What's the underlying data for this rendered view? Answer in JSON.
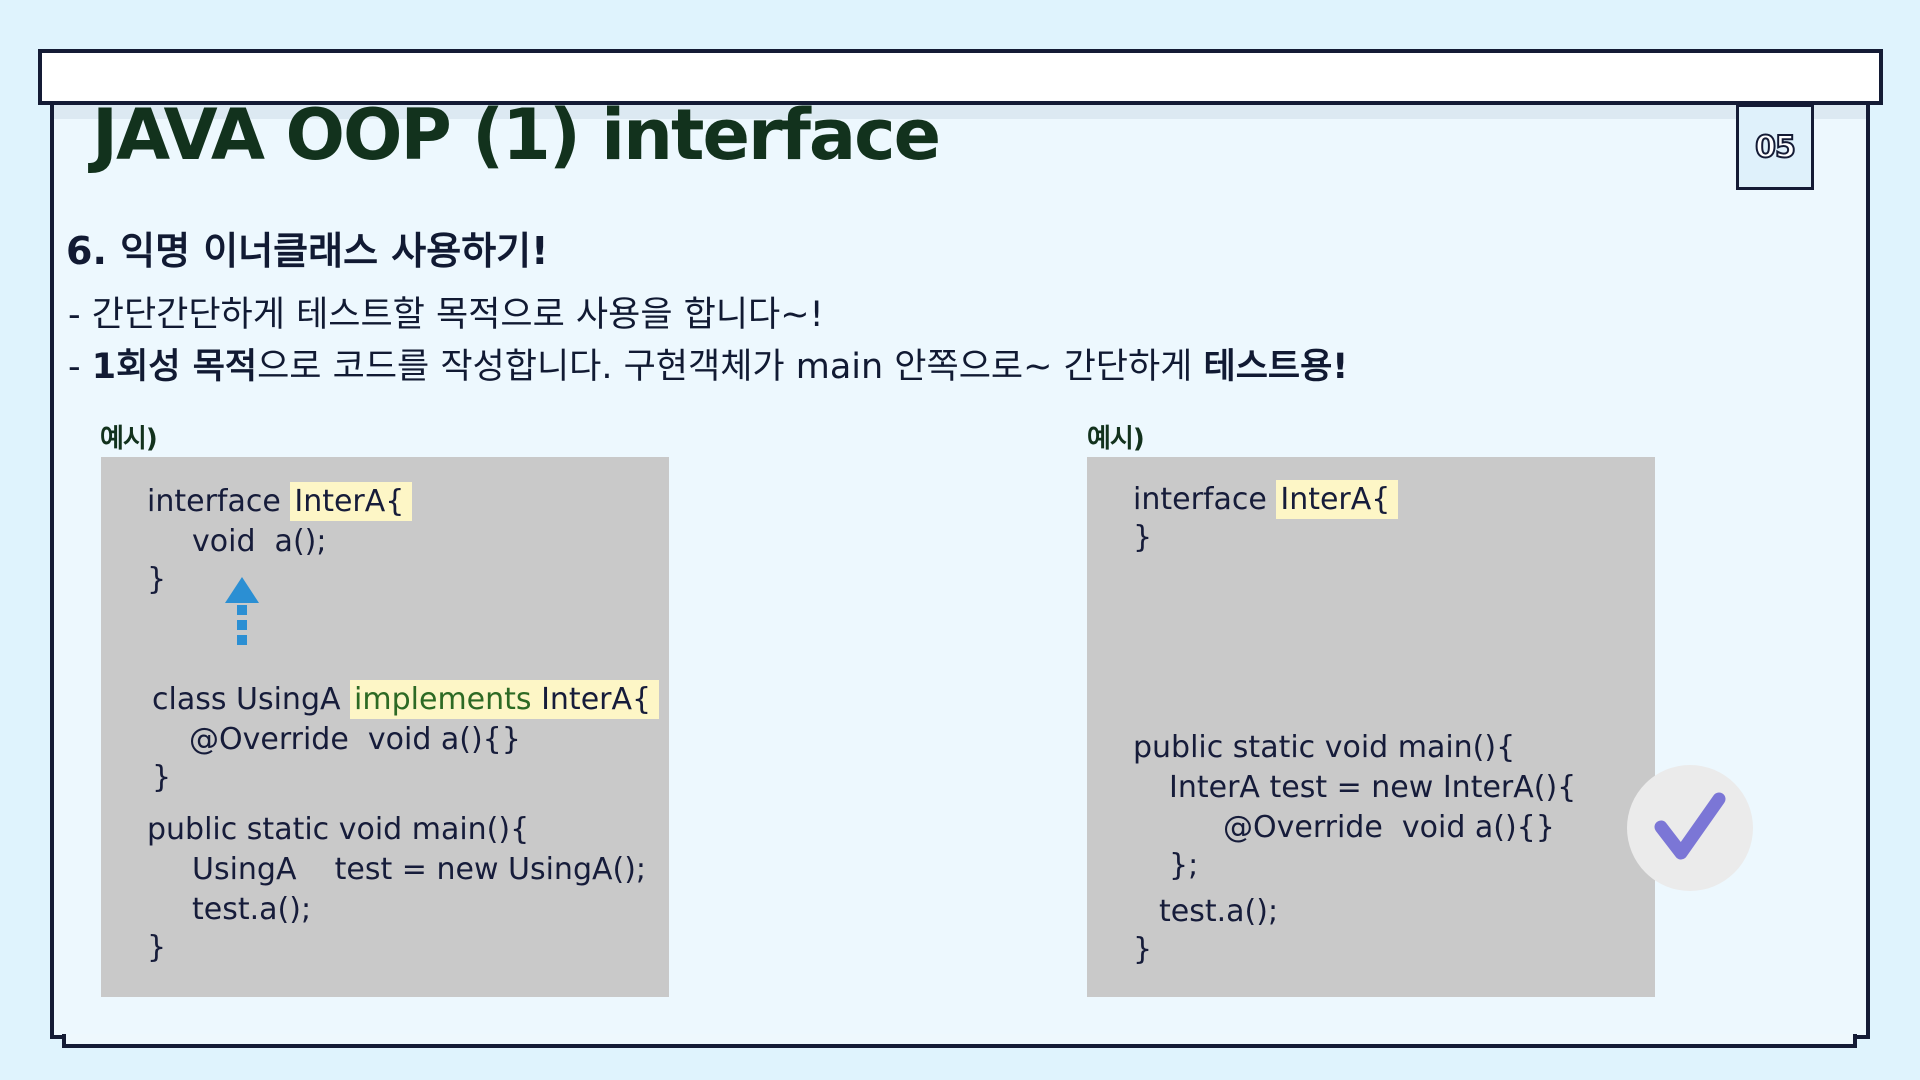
{
  "slide": {
    "title": "JAVA OOP (1)  interface",
    "page_number": "05"
  },
  "content": {
    "heading": "6. 익명 이너클래스 사용하기!",
    "bullets": [
      {
        "text": "- 간단간단하게 테스트할 목적으로 사용을 합니다~!"
      },
      {
        "prefix": "- ",
        "bold_lead": "1회성 목적",
        "middle": "으로 코드를 작성합니다.  구현객체가  main 안쪽으로~ 간단하게 ",
        "bold_tail": "테스트용!"
      }
    ]
  },
  "examples": {
    "left": {
      "label": "예시)",
      "lines": {
        "l1_kw": "interface ",
        "l1_hl": "InterA{",
        "l2": "void  a();",
        "l3": "}",
        "l4_kw": "class UsingA ",
        "l4_impl": "implements",
        "l4_hl": " InterA{",
        "l5": "@Override  void a(){}",
        "l6": "}",
        "l7": "public static void main(){",
        "l8": "UsingA    test = new UsingA();",
        "l9": "test.a();",
        "l10": "}"
      },
      "arrow_icon": "dashed-up-arrow-icon"
    },
    "right": {
      "label": "예시)",
      "lines": {
        "l1_kw": "interface ",
        "l1_hl": "InterA{",
        "l2": "}",
        "l3": "public static void main(){",
        "l4": "InterA test = new InterA(){",
        "l5": "@Override  void a(){}",
        "l6": "};",
        "l7": "test.a();",
        "l8": "}"
      },
      "check_icon": "checkmark-icon"
    }
  },
  "colors": {
    "background": "#dff3fd",
    "frame": "#141b35",
    "title": "#12321d",
    "code_panel": "#c9c9c9",
    "highlight": "#fdf6c6",
    "arrow": "#2b8fd3",
    "check": "#7b76d6"
  }
}
